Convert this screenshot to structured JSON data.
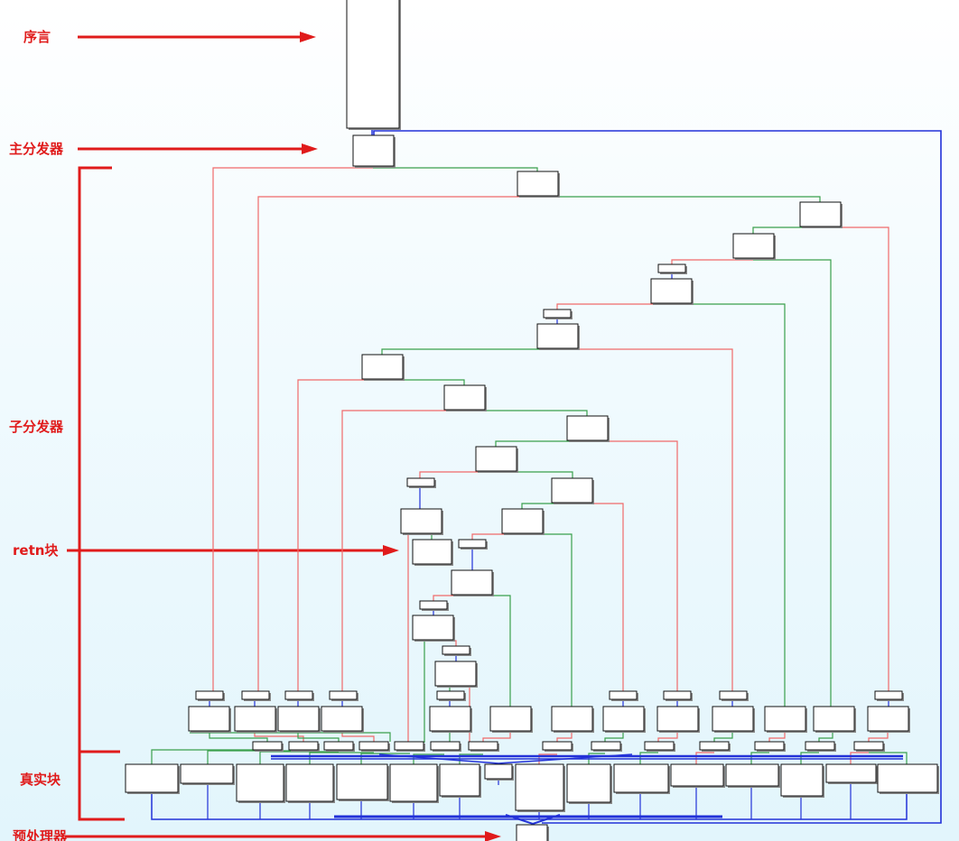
{
  "annotations": {
    "prologue": "序言",
    "main_dispatcher": "主分发器",
    "sub_dispatcher": "子分发器",
    "retn_block": "retn块",
    "real_blocks": "真实块",
    "preprocessor": "预处理器"
  },
  "colors": {
    "annotation": "#e01b1b",
    "edge_true": "#3aa04c",
    "edge_false": "#f06a6a",
    "edge_jump": "#2231d8",
    "node_border": "#111111",
    "node_fill": "#ffffff"
  }
}
